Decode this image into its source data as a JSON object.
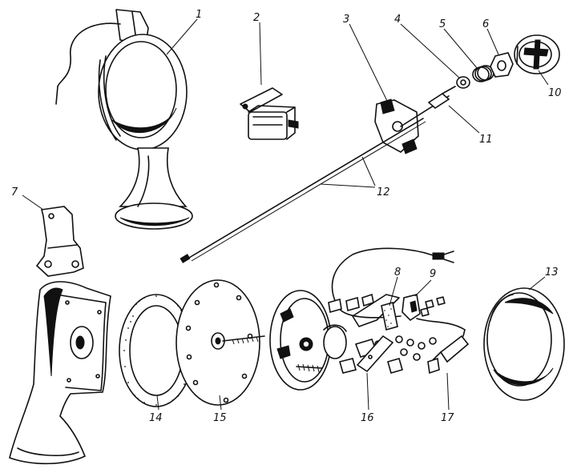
{
  "callouts": {
    "n1": "1",
    "n2": "2",
    "n3": "3",
    "n4": "4",
    "n5": "5",
    "n6": "6",
    "n7": "7",
    "n8": "8",
    "n9": "9",
    "n10": "10",
    "n11": "11",
    "n12": "12",
    "n13": "13",
    "n14": "14",
    "n15": "15",
    "n16": "16",
    "n17": "17"
  }
}
